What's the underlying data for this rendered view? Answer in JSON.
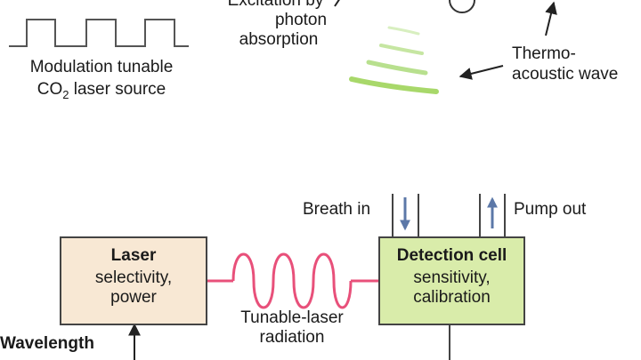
{
  "top": {
    "excitation_line1": "Excitation by",
    "excitation_line2": "photon",
    "excitation_line3": "absorption",
    "laser_source_line1": "Modulation tunable",
    "laser_source_line2_prefix": "CO",
    "laser_source_line2_sub": "2",
    "laser_source_line2_suffix": " laser source",
    "thermo_line1": "Thermo-",
    "thermo_line2": "acoustic wave"
  },
  "bottom": {
    "breath_in": "Breath in",
    "pump_out": "Pump out",
    "laser_box": {
      "title": "Laser",
      "body_line1": "selectivity,",
      "body_line2": "power"
    },
    "detection_box": {
      "title": "Detection cell",
      "body_line1": "sensitivity,",
      "body_line2": "calibration"
    },
    "radiation_line1": "Tunable-laser",
    "radiation_line2": "radiation",
    "wavelength": "Wavelength"
  },
  "colors": {
    "laser_box_fill": "#f8e8d4",
    "detection_box_fill": "#d9ecaa",
    "radiation_wave": "#e8507a",
    "acoustic_wave": "#a8d86a",
    "flow_arrow": "#5c78a8",
    "line": "#444444"
  }
}
